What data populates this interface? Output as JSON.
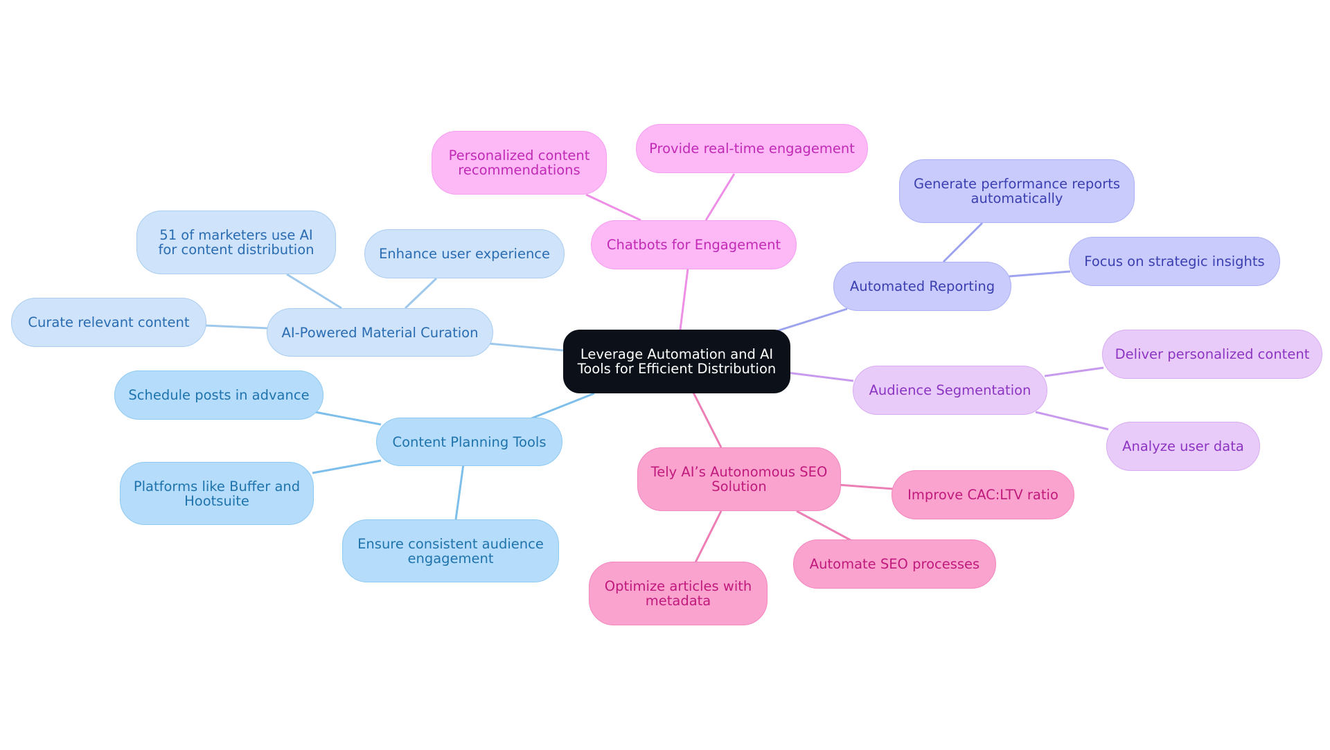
{
  "colors": {
    "ai_curation": "#9ec8ec",
    "content_planning": "#7dbfea",
    "chatbots": "#ef8ee6",
    "reporting": "#9ea3f0",
    "segmentation": "#c89aee",
    "seo": "#ec7fb5"
  },
  "root": {
    "label": "Leverage Automation and AI Tools for Efficient Distribution"
  },
  "branches": [
    {
      "label": "AI-Powered Material Curation",
      "children": [
        "51 of marketers use AI for content distribution",
        "Enhance user experience",
        "Curate relevant content"
      ]
    },
    {
      "label": "Content Planning Tools",
      "children": [
        "Schedule posts in advance",
        "Platforms like Buffer and Hootsuite",
        "Ensure consistent audience engagement"
      ]
    },
    {
      "label": "Chatbots for Engagement",
      "children": [
        "Personalized content recommendations",
        "Provide real-time engagement"
      ]
    },
    {
      "label": "Automated Reporting",
      "children": [
        "Generate performance reports automatically",
        "Focus on strategic insights"
      ]
    },
    {
      "label": "Audience Segmentation",
      "children": [
        "Deliver personalized content",
        "Analyze user data"
      ]
    },
    {
      "label": "Tely AI’s Autonomous SEO Solution",
      "children": [
        "Improve CAC:LTV ratio",
        "Automate SEO processes",
        "Optimize articles with metadata"
      ]
    }
  ]
}
